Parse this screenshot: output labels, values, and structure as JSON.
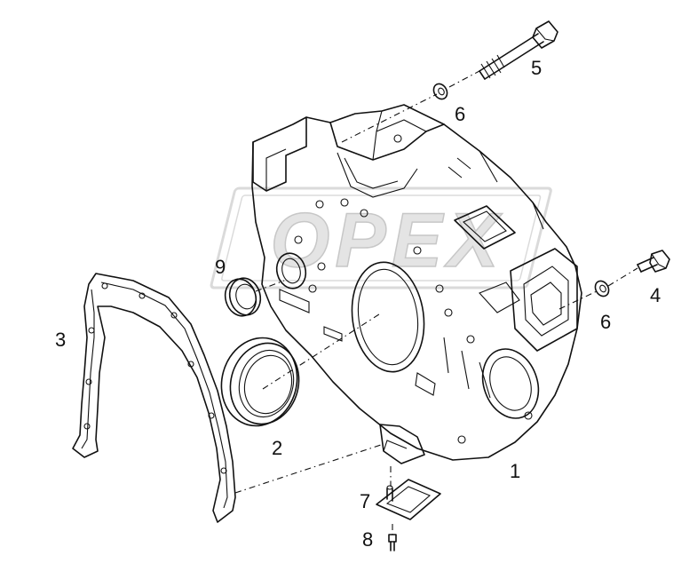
{
  "watermark": {
    "text": "OPEX",
    "color": "#bdbdbd"
  },
  "callouts": [
    {
      "id": "housing",
      "label": "1"
    },
    {
      "id": "seal-large",
      "label": "2"
    },
    {
      "id": "gasket",
      "label": "3"
    },
    {
      "id": "bolt-right",
      "label": "4"
    },
    {
      "id": "bolt-long",
      "label": "5"
    },
    {
      "id": "washer-top",
      "label": "6"
    },
    {
      "id": "washer-right",
      "label": "6"
    },
    {
      "id": "stud",
      "label": "7"
    },
    {
      "id": "small-screw",
      "label": "8"
    },
    {
      "id": "seal-small",
      "label": "9"
    }
  ],
  "colors": {
    "line": "#111111",
    "background": "#ffffff"
  }
}
